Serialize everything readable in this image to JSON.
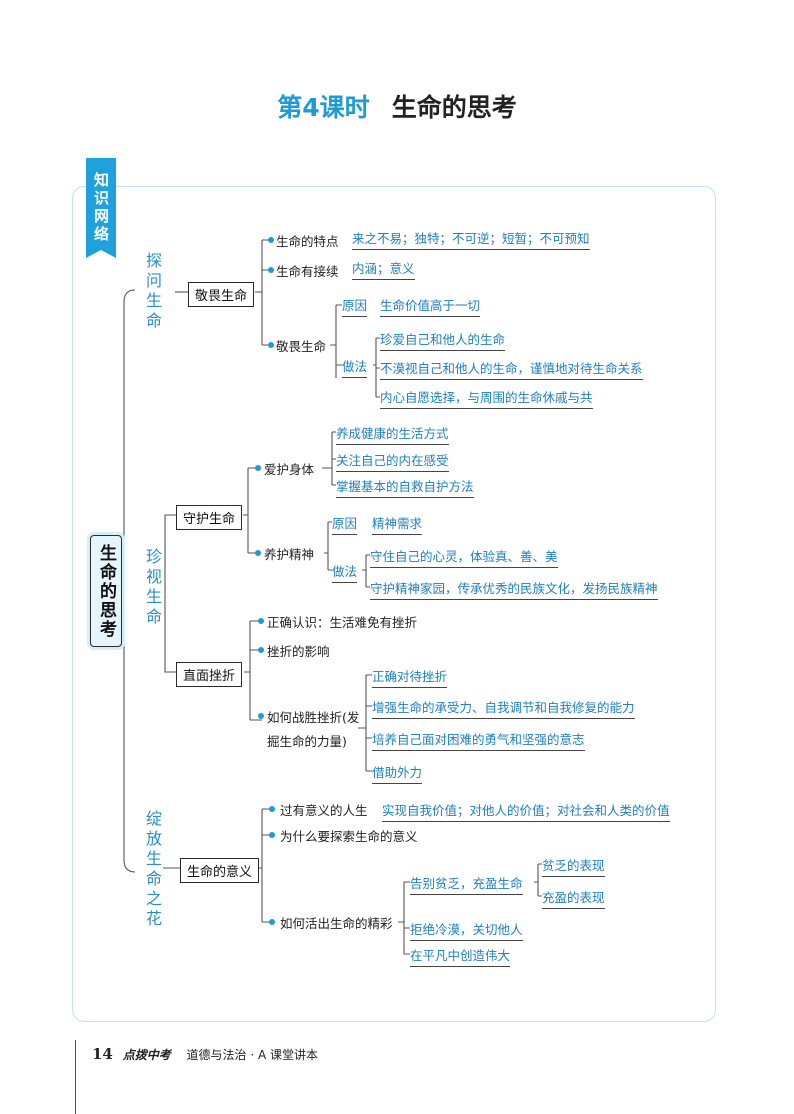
{
  "title": {
    "lesson": "第4课时",
    "name": "生命的思考"
  },
  "badge": "知识网络",
  "root": "生命的思考",
  "sections": [
    {
      "label": "探问生命"
    },
    {
      "label": "珍视生命"
    },
    {
      "label": "绽放生命之花"
    }
  ],
  "s1": {
    "box": "敬畏生命",
    "n1": {
      "label": "生命的特点",
      "value": "来之不易；独特；不可逆；短暂；不可预知"
    },
    "n2": {
      "label": "生命有接续",
      "value": "内涵；意义"
    },
    "n3": {
      "label": "敬畏生命",
      "reason_label": "原因",
      "reason": "生命价值高于一切",
      "method_label": "做法",
      "methods": [
        "珍爱自己和他人的生命",
        "不漠视自己和他人的生命，谨慎地对待生命关系",
        "内心自愿选择，与周围的生命休戚与共"
      ]
    }
  },
  "s2": {
    "box1": "守护生命",
    "care_body": {
      "label": "爱护身体",
      "items": [
        "养成健康的生活方式",
        "关注自己的内在感受",
        "掌握基本的自救自护方法"
      ]
    },
    "care_spirit": {
      "label": "养护精神",
      "reason_label": "原因",
      "reason": "精神需求",
      "method_label": "做法",
      "methods": [
        "守住自己的心灵，体验真、善、美",
        "守护精神家园，传承优秀的民族文化，发扬民族精神"
      ]
    },
    "box2": "直面挫折",
    "f1": "正确认识：生活难免有挫折",
    "f2": "挫折的影响",
    "f3_line1": "如何战胜挫折(发",
    "f3_line2": "掘生命的力量)",
    "f3_items": [
      "正确对待挫折",
      "增强生命的承受力、自我调节和自我修复的能力",
      "培养自己面对困难的勇气和坚强的意志",
      "借助外力"
    ]
  },
  "s3": {
    "box": "生命的意义",
    "m1": {
      "label": "过有意义的人生",
      "value": "实现自我价值；对他人的价值；对社会和人类的价值"
    },
    "m2": "为什么要探索生命的意义",
    "m3": {
      "label": "如何活出生命的精彩",
      "a": "告别贫乏，充盈生命",
      "a_items": [
        "贫乏的表现",
        "充盈的表现"
      ],
      "b": "拒绝冷漠，关切他人",
      "c": "在平凡中创造伟大"
    }
  },
  "footer": {
    "page": "14",
    "brand": "点拨中考",
    "book": "道德与法治 · A 课堂讲本"
  },
  "colors": {
    "accent": "#1e9ad6",
    "handwriting": "#1f7fbf"
  }
}
